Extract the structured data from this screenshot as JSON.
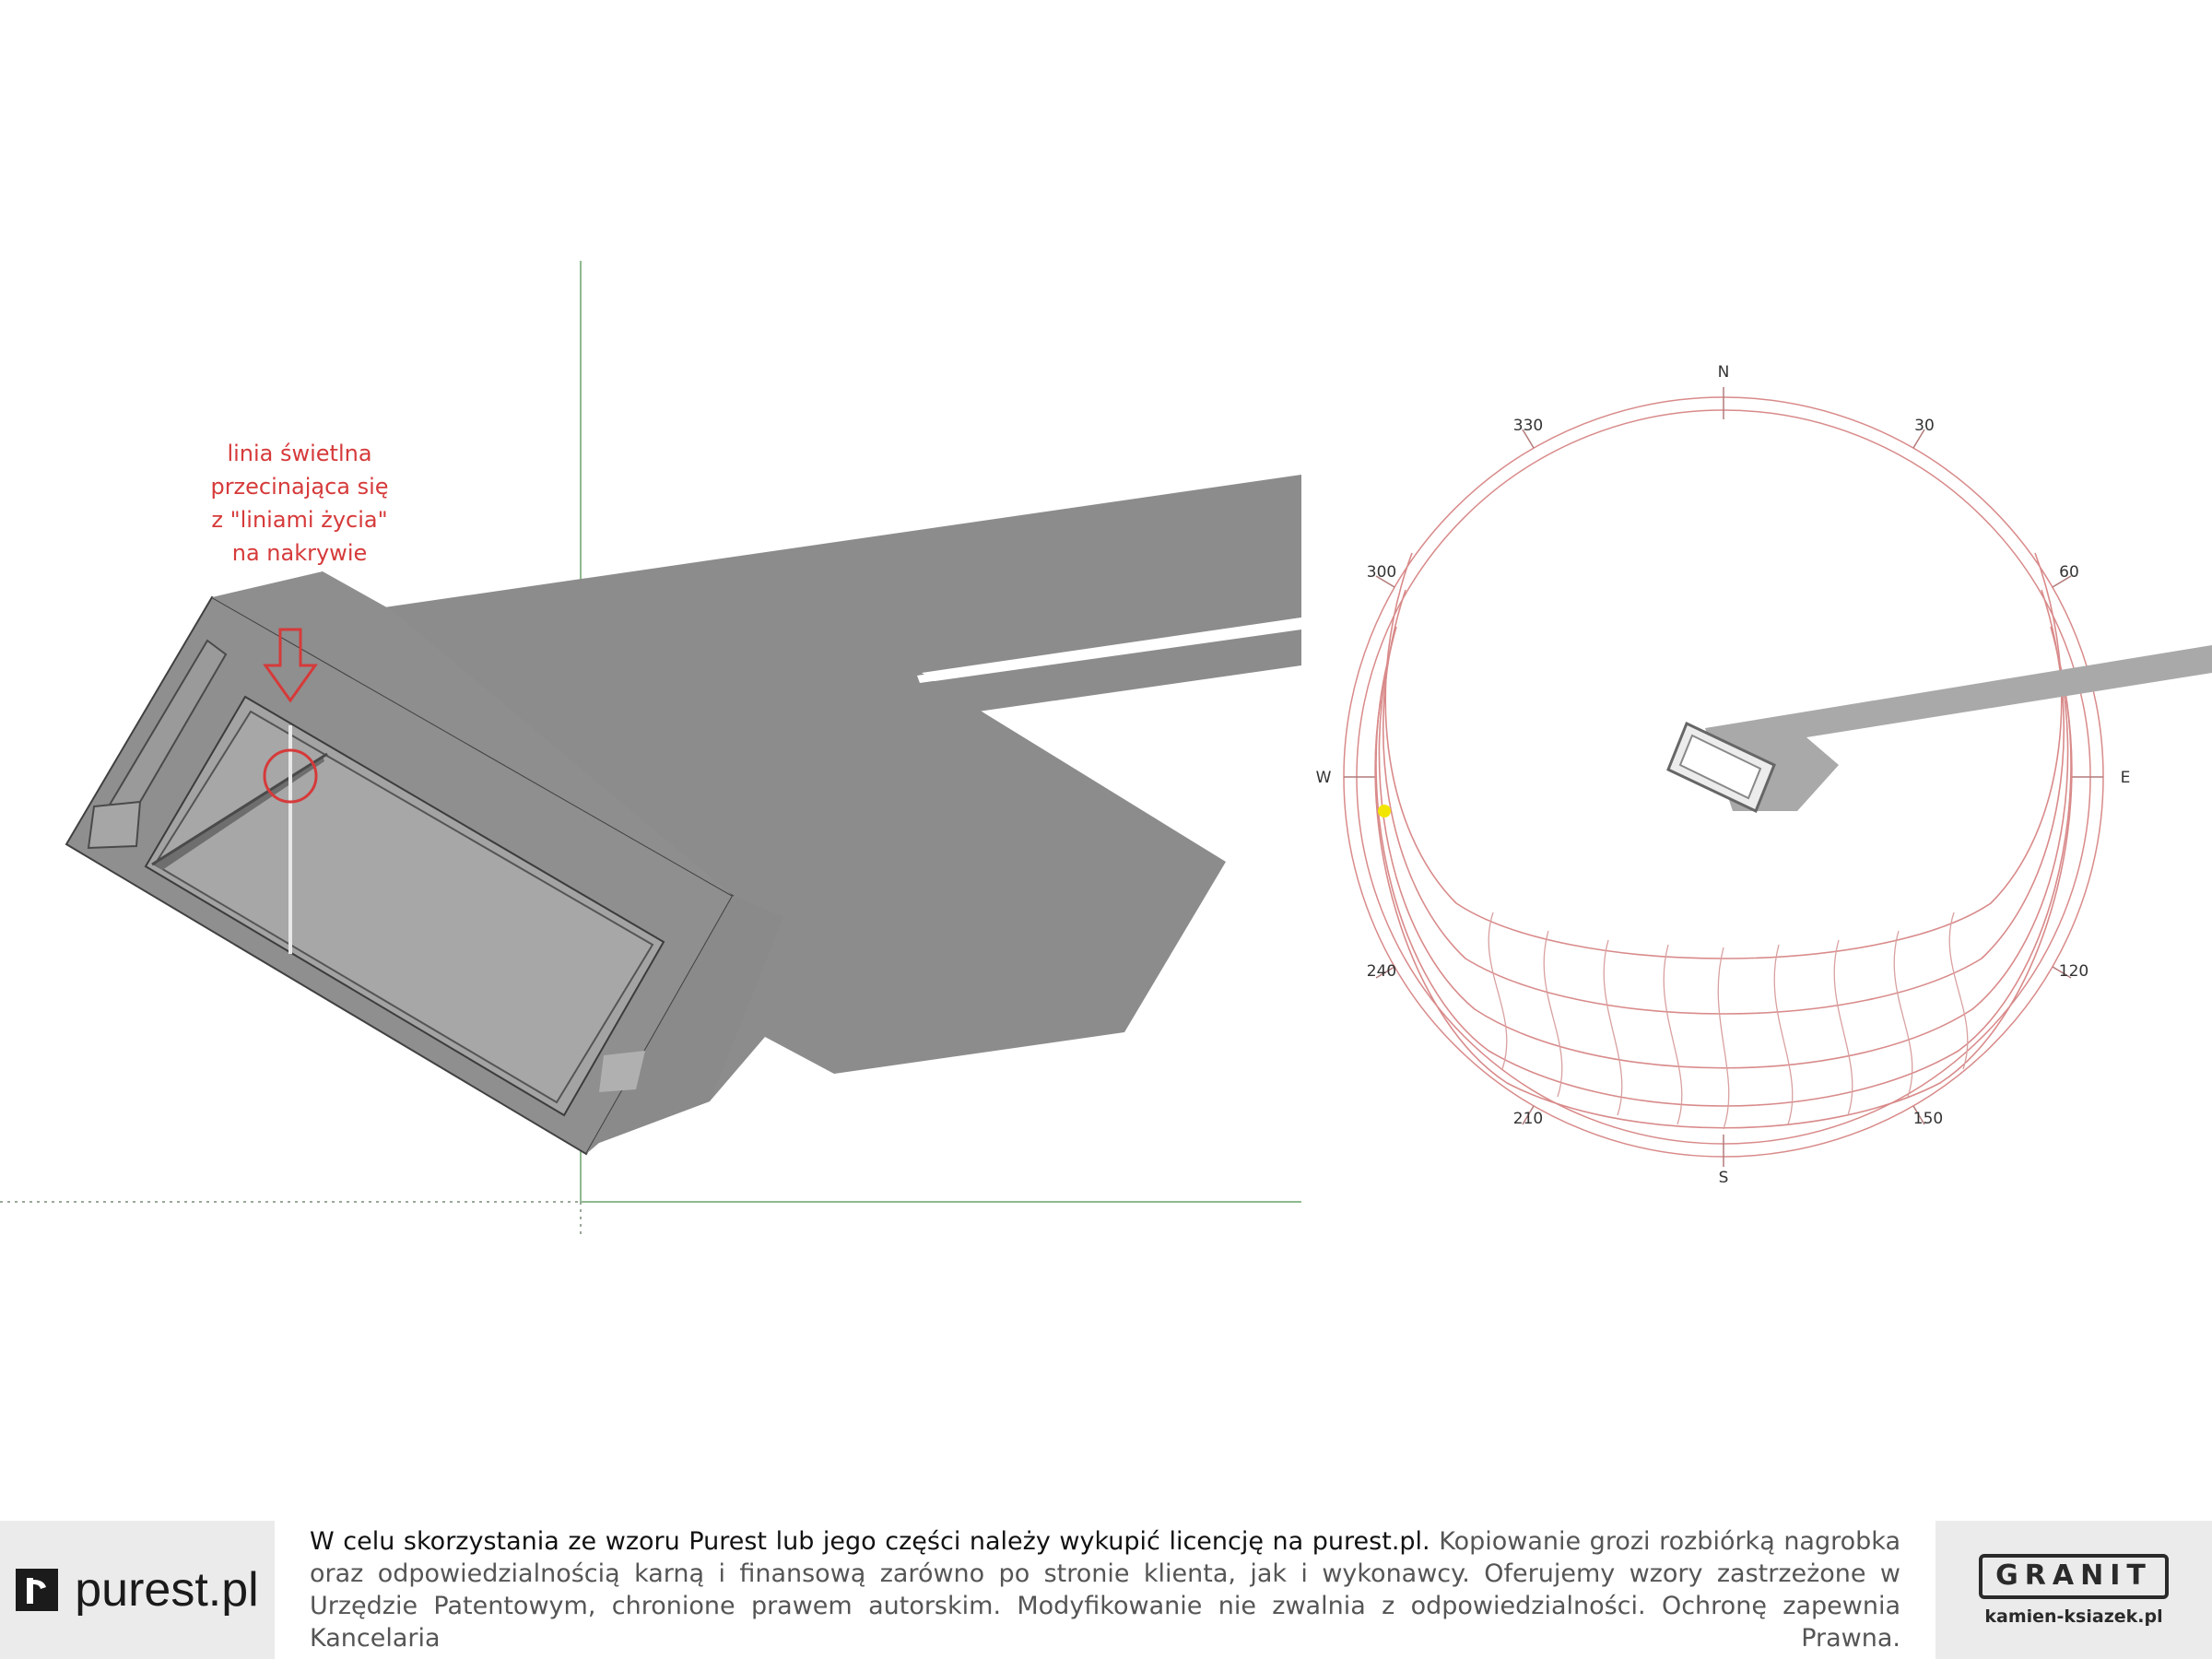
{
  "annotation": {
    "lines": [
      "linia świetlna",
      "przecinająca się",
      "z \"liniami życia\"",
      "na nakrywie"
    ]
  },
  "sun_chart": {
    "cardinals": {
      "N": "N",
      "E": "E",
      "S": "S",
      "W": "W"
    },
    "degrees": [
      "30",
      "60",
      "120",
      "150",
      "210",
      "240",
      "300",
      "330"
    ]
  },
  "footer": {
    "brand": "purest.pl",
    "notice_strong": "W celu skorzystania ze wzoru Purest lub jego części należy wykupić  licencję na purest.pl.",
    "notice_rest": " Kopiowanie grozi rozbiórką nagrobka oraz odpowiedzialnością karną i finansową zarówno po stronie klienta, jak i wykonawcy. Oferujemy wzory zastrzeżone w Urzędzie Patentowym, chronione prawem autorskim. Modyfikowanie nie zwalnia z odpowiedzialności. Ochronę zapewnia Kancelaria Prawna.",
    "partner_logo": "GRANIT",
    "partner_url": "kamien-ksiazek.pl"
  },
  "colors": {
    "accent_red": "#d63a3a",
    "sun_path": "#d98a8a",
    "model_grey": "#8c8c8c",
    "axis_green": "#8fba8f",
    "sun_marker": "#f2e600"
  }
}
